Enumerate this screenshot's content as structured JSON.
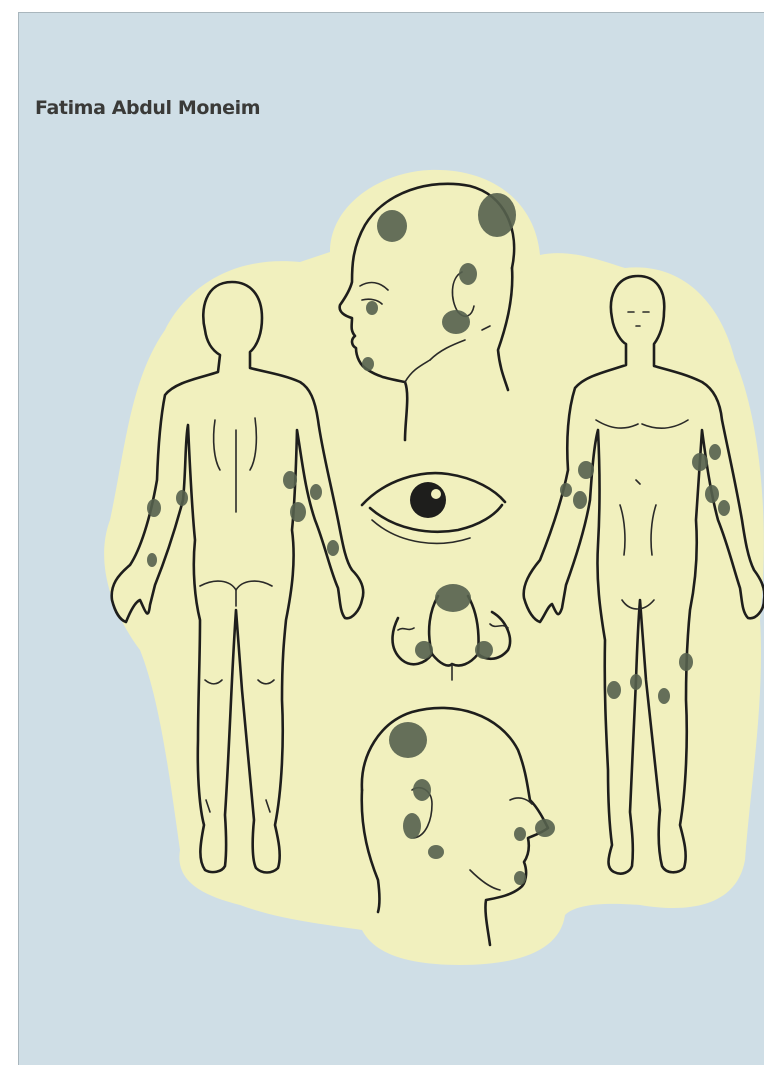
{
  "document": {
    "patient_name": "Fatima Abdul Moneim"
  },
  "colors": {
    "page_background": "#cfdee6",
    "body_chart_background": "#f1f0be",
    "outline": "#1e1e1c",
    "injury_mark": "#55604e"
  },
  "figure": {
    "views": [
      "head-left-profile",
      "body-back",
      "body-front",
      "eye",
      "nose-underside",
      "head-right-profile"
    ]
  }
}
